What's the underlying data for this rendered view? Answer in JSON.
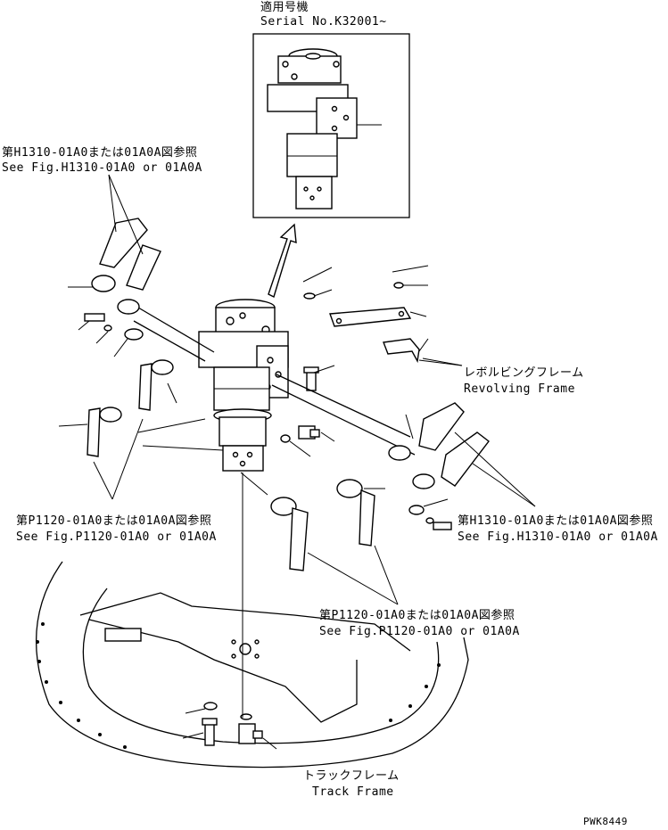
{
  "inset": {
    "title_jp": "適用号機",
    "title_en": "Serial No.K32001~"
  },
  "callouts": {
    "hose_top_left": {
      "jp": "第H1310-01A0または01A0A図参照",
      "en": "See Fig.H1310-01A0 or 01A0A"
    },
    "hose_right": {
      "jp": "第H1310-01A0または01A0A図参照",
      "en": "See Fig.H1310-01A0 or 01A0A"
    },
    "pipe_left": {
      "jp": "第P1120-01A0または01A0A図参照",
      "en": "See Fig.P1120-01A0 or 01A0A"
    },
    "pipe_center": {
      "jp": "第P1120-01A0または01A0A図参照",
      "en": "See Fig.P1120-01A0 or 01A0A"
    },
    "revolving_frame": {
      "jp": "レボルビングフレーム",
      "en": "Revolving Frame"
    },
    "track_frame": {
      "jp": "トラックフレーム",
      "en": "Track Frame"
    }
  },
  "drawing_code": "PWK8449"
}
